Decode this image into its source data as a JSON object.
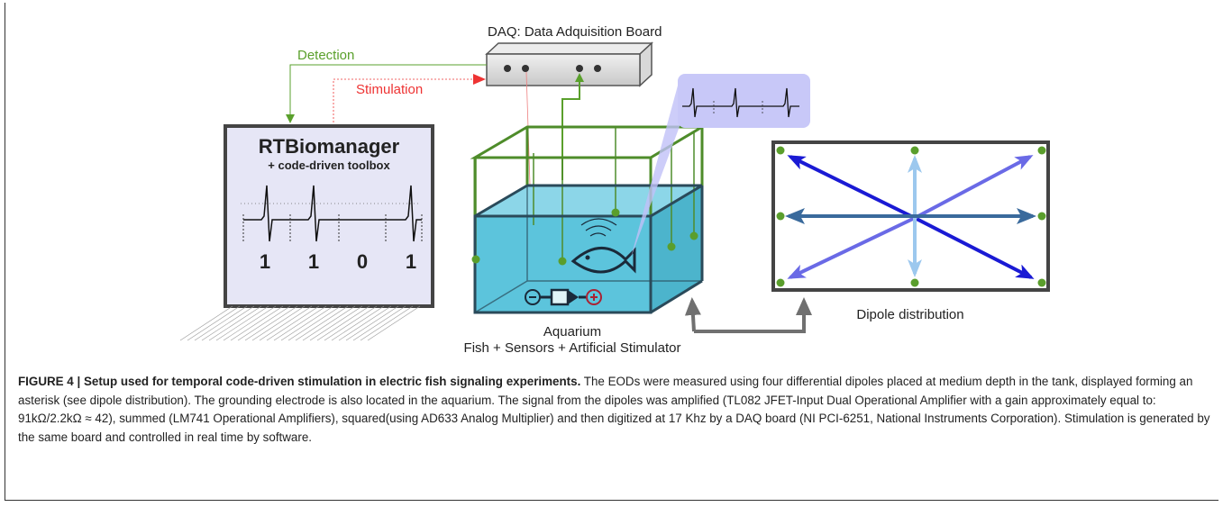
{
  "diagram": {
    "daq_label": "DAQ: Data Adquisition Board",
    "detection_label": "Detection",
    "stimulation_label": "Stimulation",
    "rt_title": "RTBiomanager",
    "rt_subtitle": "+ code-driven toolbox",
    "bits": [
      "1",
      "1",
      "0",
      "1"
    ],
    "aquarium_label": "Aquarium",
    "aquarium_sublabel": "Fish + Sensors + Artificial Stimulator",
    "dipole_label": "Dipole distribution",
    "colors": {
      "detection": "#5aa02c",
      "stimulation": "#ee3333",
      "water": "#5cc4dc",
      "dark_arrow": "#1a1ad4",
      "mid_arrow": "#6a6ae6",
      "light_arrow": "#9cc8ee",
      "steel_arrow": "#3a6a9c",
      "node": "#5a9e2c"
    }
  },
  "caption": {
    "title": "FIGURE 4 | Setup used for temporal code-driven stimulation in electric fish signaling experiments.",
    "body": " The EODs were measured using four differential dipoles placed at medium depth in the tank, displayed forming an asterisk (see dipole distribution). The grounding electrode is also located in the aquarium. The signal from the dipoles was amplified (TL082 JFET-Input Dual Operational Amplifier with a gain approximately equal to: 91kΩ/2.2kΩ ≈ 42), summed (LM741 Operational Amplifiers), squared(using AD633 Analog Multiplier) and then digitized at 17 Khz by a DAQ board (NI PCI-6251, National Instruments Corporation). Stimulation is generated by the same board and controlled in real time by software."
  }
}
